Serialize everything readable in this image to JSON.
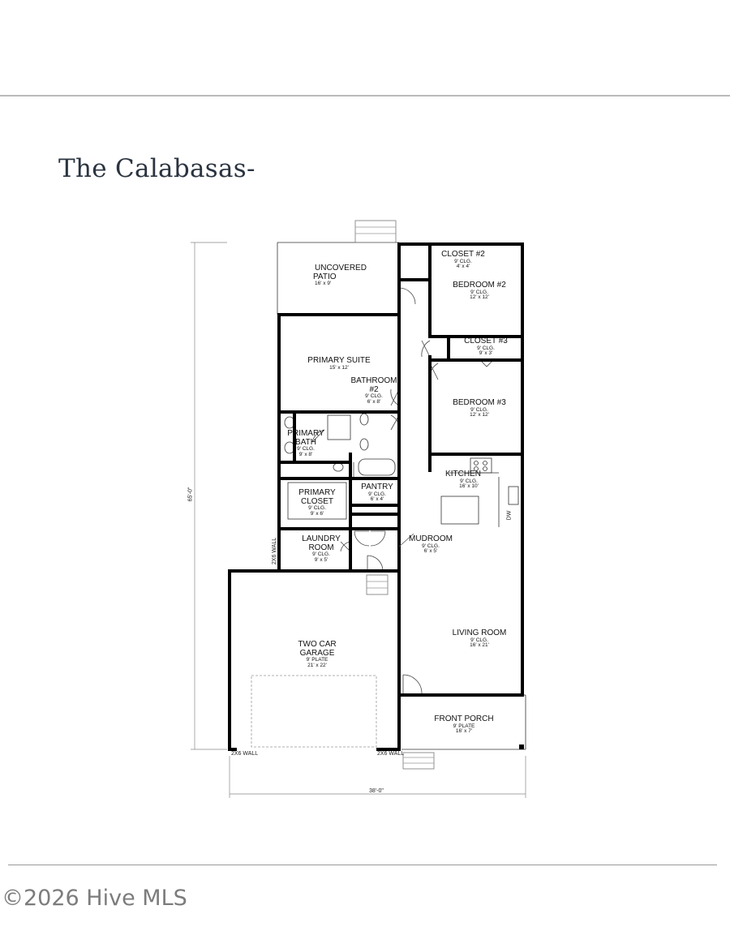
{
  "header": {
    "title": "The Calabasas-"
  },
  "footer": {
    "copyright": "©2026 Hive MLS"
  },
  "plan": {
    "overall_depth": "65'-0\"",
    "overall_width": "38'-0\"",
    "wall_note_left": "2X6 WALL",
    "wall_note_right": "2X6 WALL",
    "wall_note_side": "2X6 WALL",
    "appliance_dw": "DW",
    "rooms": {
      "patio": {
        "name1": "UNCOVERED",
        "name2": "PATIO",
        "size": "16' x 9'"
      },
      "closet2": {
        "name": "CLOSET #2",
        "clg": "9' CLG.",
        "size": "4' x 4'"
      },
      "bedroom2": {
        "name": "BEDROOM #2",
        "clg": "9' CLG.",
        "size": "12' x 12'"
      },
      "closet3": {
        "name": "CLOSET #3",
        "clg": "9' CLG.",
        "size": "9' x 3'"
      },
      "primary_suite": {
        "name": "PRIMARY SUITE",
        "size": "15' x 12'"
      },
      "bathroom2": {
        "name1": "BATHROOM",
        "name2": "#2",
        "clg": "9' CLG.",
        "size": "6' x 8'"
      },
      "bedroom3": {
        "name": "BEDROOM #3",
        "clg": "9' CLG.",
        "size": "12' x 12'"
      },
      "primary_bath": {
        "name1": "PRIMARY",
        "name2": "BATH",
        "clg": "9' CLG.",
        "size": "9' x 8'"
      },
      "kitchen": {
        "name": "KITCHEN",
        "clg": "9' CLG.",
        "size": "16' x 10'"
      },
      "primary_closet": {
        "name1": "PRIMARY",
        "name2": "CLOSET",
        "clg": "9' CLG.",
        "size": "9' x 6'"
      },
      "pantry": {
        "name": "PANTRY",
        "clg": "9' CLG.",
        "size": "6' x 4'"
      },
      "laundry": {
        "name1": "LAUNDRY",
        "name2": "ROOM",
        "clg": "9' CLG.",
        "size": "9' x 5'"
      },
      "mudroom": {
        "name": "MUDROOM",
        "clg": "9' CLG.",
        "size": "6' x 5'"
      },
      "living": {
        "name": "LIVING ROOM",
        "clg": "9' CLG.",
        "size": "16' x 21'"
      },
      "garage": {
        "name1": "TWO CAR",
        "name2": "GARAGE",
        "clg": "9' PLATE",
        "size": "21' x 22'"
      },
      "porch": {
        "name": "FRONT PORCH",
        "clg": "9' PLATE",
        "size": "16' x 7'"
      }
    }
  }
}
